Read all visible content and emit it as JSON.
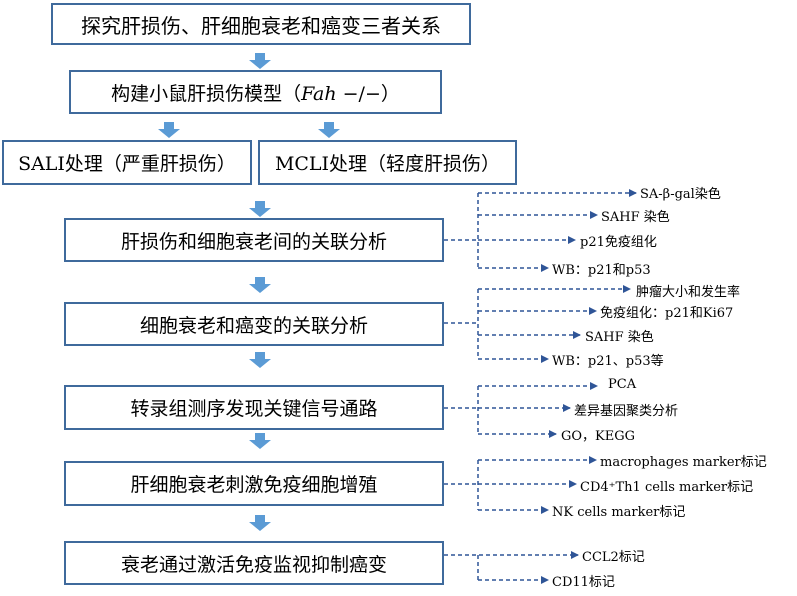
{
  "boxes": {
    "title": "探究肝损伤、肝细胞衰老和癌变三者关系",
    "model_pre": "构建小鼠肝损伤模型（",
    "model_gene": "Fah",
    "model_post": " −/−）",
    "sali": "SALI处理（严重肝损伤）",
    "mcli": "MCLI处理（轻度肝损伤）",
    "step1": "肝损伤和细胞衰老间的关联分析",
    "step2": "细胞衰老和癌变的关联分析",
    "step3": "转录组测序发现关键信号通路",
    "step4": "肝细胞衰老刺激免疫细胞增殖",
    "step5": "衰老通过激活免疫监视抑制癌变"
  },
  "branches": {
    "step1": [
      "SA-β-gal染色",
      "SAHF 染色",
      "p21免疫组化",
      "WB：p21和p53"
    ],
    "step2": [
      "肿瘤大小和发生率",
      "免疫组化：p21和Ki67",
      "SAHF 染色",
      "WB：p21、p53等"
    ],
    "step3": [
      "PCA",
      "差异基因聚类分析",
      "GO，KEGG"
    ],
    "step4": [
      "macrophages marker标记",
      "CD4⁺Th1 cells  marker标记",
      "NK cells marker标记"
    ],
    "step5": [
      "CCL2标记",
      "CD11标记"
    ]
  },
  "colors": {
    "box_border": "#3f6a9c",
    "arrow": "#5b9bd5",
    "dashed": "#2f5597"
  }
}
